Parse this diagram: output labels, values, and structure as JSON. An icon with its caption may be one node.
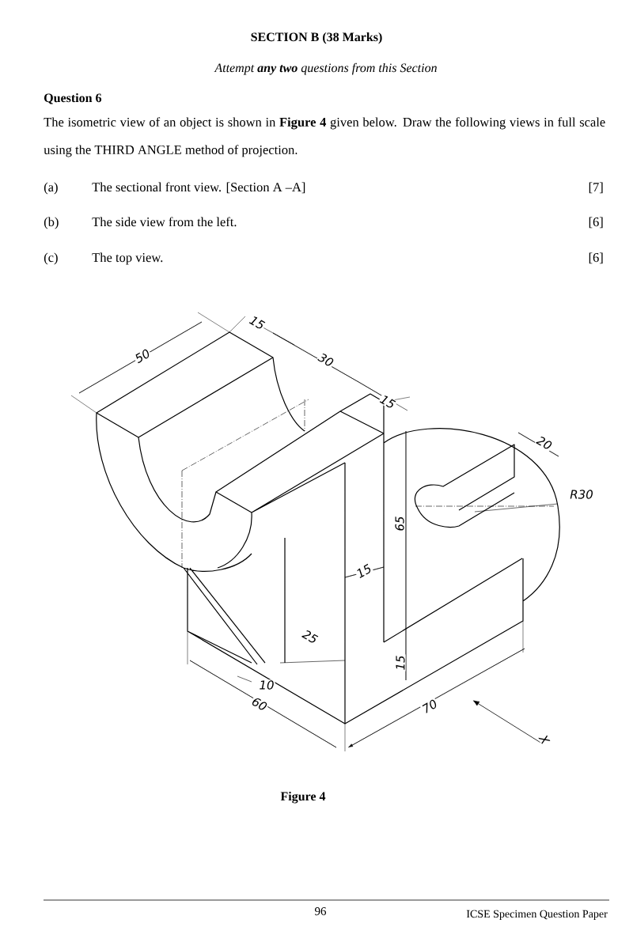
{
  "diagram": {
    "title": "SECTION B (38 Marks)",
    "caption": "Figure 4",
    "labels": [
      "Attempt **any two** questions from this Section",
      "Question 6",
      "The isometric view of an object is shown in **Figure 4** given below.  Draw the following views in full scale using the THIRD ANGLE method of projection.",
      "(a)",
      "The sectional front view. [Section A –A]",
      "[7]",
      "(b)",
      "The side view from the left.",
      "[6]",
      "(c)",
      "The top view.",
      "[6]",
      "50",
      "15",
      "30",
      "15",
      "20",
      "R30",
      "65",
      "15",
      "25",
      "15",
      "10",
      "60",
      "70",
      "X",
      "96",
      "ICSE Specimen Question Paper"
    ]
  }
}
